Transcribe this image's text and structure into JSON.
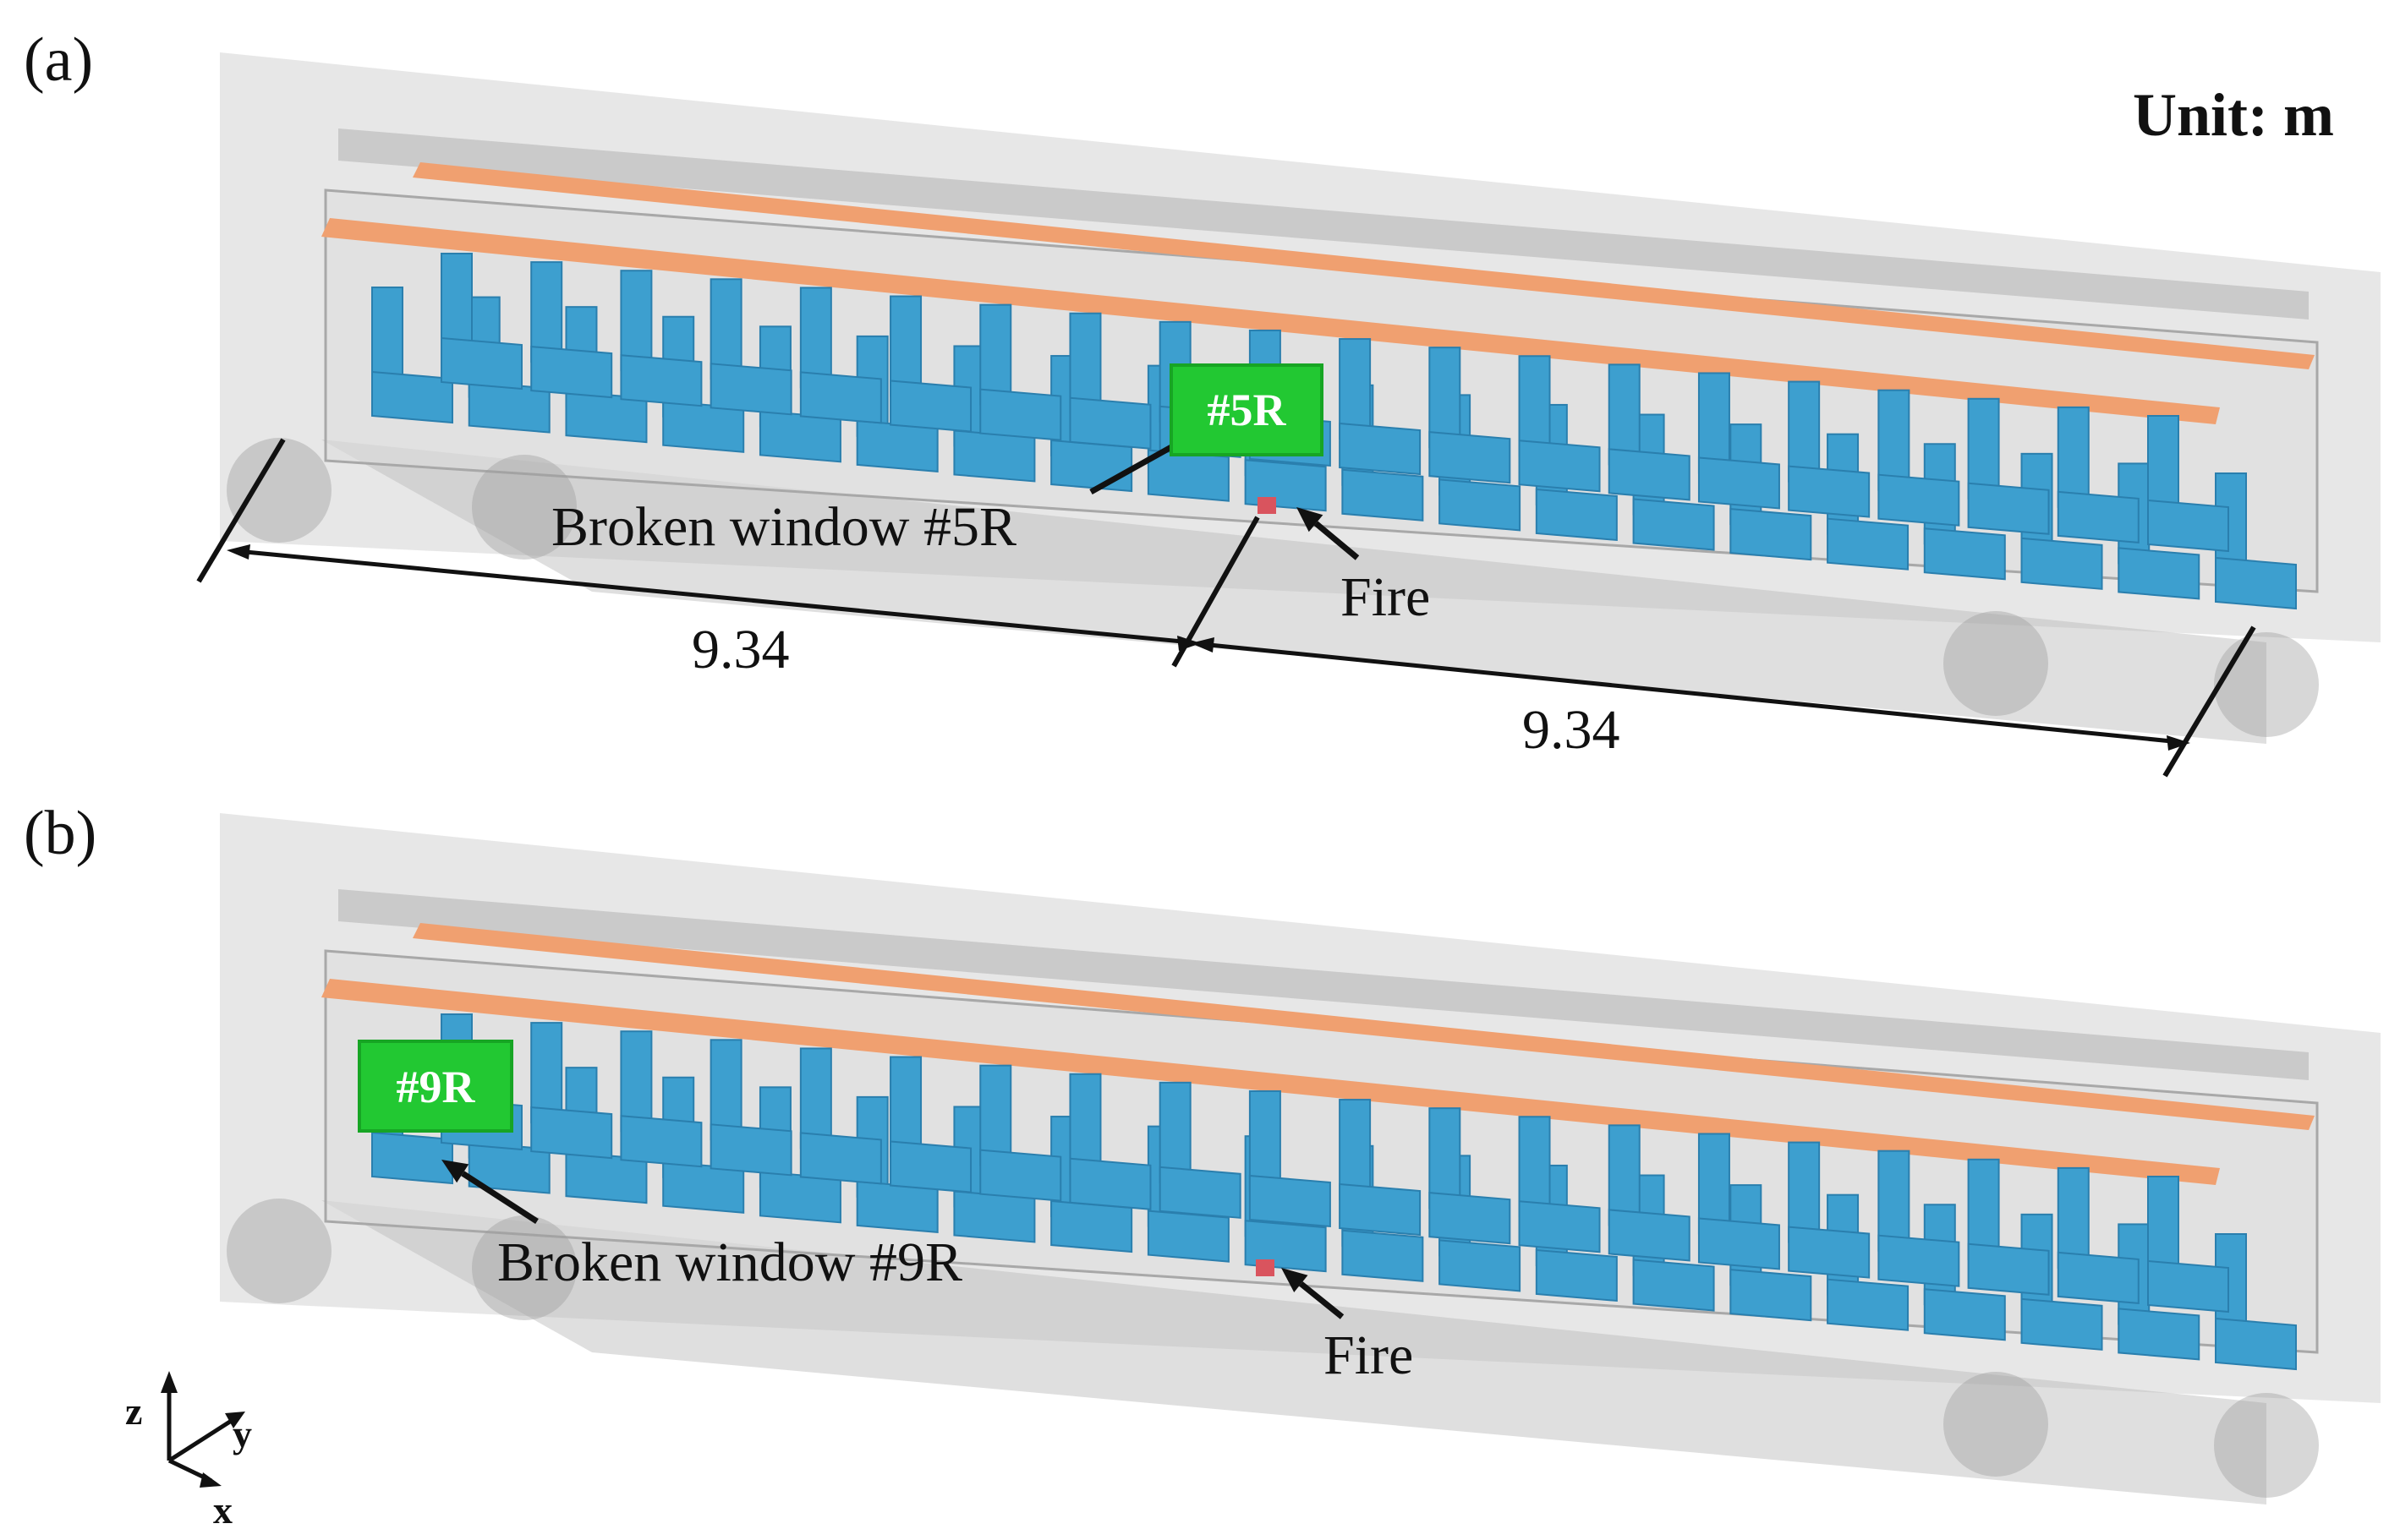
{
  "unit_label": "Unit: m",
  "panels": [
    {
      "id": "a",
      "tag": "(a)",
      "window_badge": "#5R",
      "window_label": "Broken window #5R",
      "fire_label": "Fire",
      "dims": [
        "9.34",
        "9.34"
      ]
    },
    {
      "id": "b",
      "tag": "(b)",
      "window_badge": "#9R",
      "window_label": "Broken window #9R",
      "fire_label": "Fire"
    }
  ],
  "axes": {
    "z": "z",
    "y": "y",
    "x": "x"
  },
  "colors": {
    "body": "#c9c9c9",
    "seat": "#3d9fcf",
    "seat_dark": "#2a7fae",
    "ceiling_strip": "#f0a070",
    "window_badge": "#22c832",
    "fire": "#d9545e"
  }
}
